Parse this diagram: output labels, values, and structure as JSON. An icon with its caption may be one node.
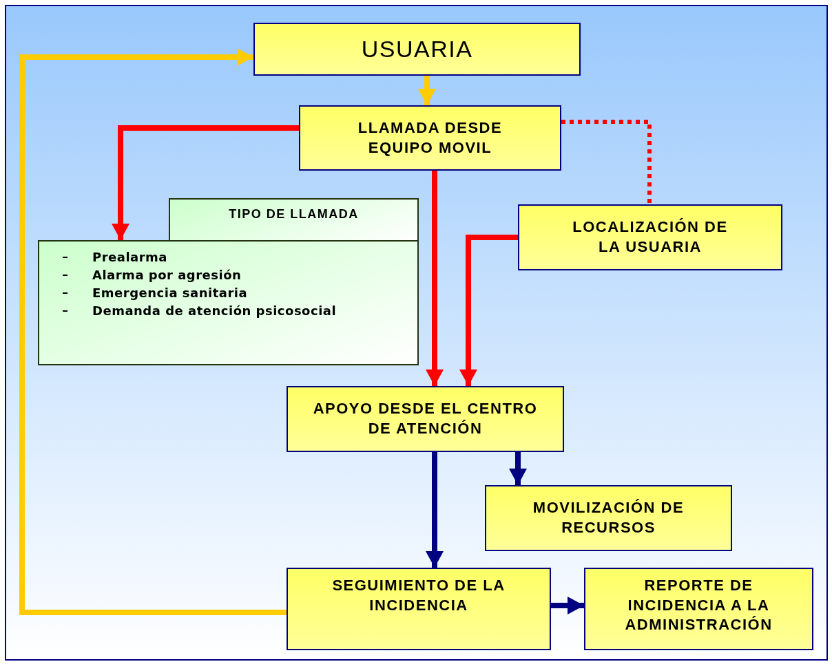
{
  "diagram": {
    "nodes": [
      {
        "text": [
          "USUARIA"
        ]
      },
      {
        "text": [
          "LLAMADA DESDE EQUIPO MOVIL"
        ]
      },
      {
        "text": [
          "TIPO DE LLAMADA"
        ]
      },
      {
        "text": [
          "Prealarma",
          "Alarma por agresión",
          "Emergencia sanitaria",
          "Demanda de atención psicosocial"
        ]
      },
      {
        "text": [
          "LOCALIZACIÓN DE LA USUARIA"
        ]
      },
      {
        "text": [
          "APOYO DESDE EL CENTRO DE ATENCIÓN"
        ]
      },
      {
        "text": [
          "MOVILIZACIÓN DE RECURSOS"
        ]
      },
      {
        "text": [
          "SEGUIMIENTO DE LA INCIDENCIA"
        ]
      },
      {
        "text": [
          "REPORTE DE INCIDENCIA A LA ADMINISTRACIÓN"
        ]
      }
    ],
    "edges": [
      {
        "from": 0,
        "to": 1,
        "arrow": "to",
        "color": "#ffcc00"
      },
      {
        "from": 1,
        "to": 3,
        "arrow": "to"
      },
      {
        "from": 1,
        "to": 5,
        "arrow": "to"
      },
      {
        "from": 1,
        "to": 4,
        "arrow": "none",
        "style": "dashed"
      },
      {
        "from": 4,
        "to": 5,
        "arrow": "to"
      },
      {
        "from": 5,
        "to": 7,
        "arrow": "to",
        "color": "#000080"
      },
      {
        "from": 5,
        "to": 6,
        "arrow": "to",
        "color": "#000080"
      },
      {
        "from": 7,
        "to": 8,
        "arrow": "to",
        "color": "#000080"
      },
      {
        "from": 7,
        "to": 0,
        "arrow": "to",
        "color": "#ffcc00"
      }
    ]
  }
}
